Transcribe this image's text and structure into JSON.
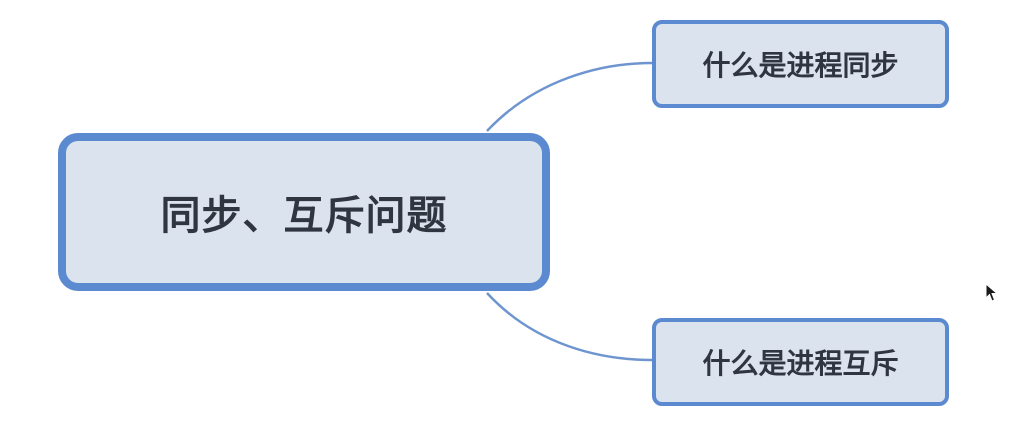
{
  "mindmap": {
    "central_topic": "同步、互斥问题",
    "subtopics": [
      {
        "label": "什么是进程同步"
      },
      {
        "label": "什么是进程互斥"
      }
    ]
  },
  "colors": {
    "node_fill": "#dbe3ef",
    "node_border": "#5b8ad0",
    "connector": "#6e95cf",
    "text": "#2f3640"
  },
  "icons": {
    "cursor": "mouse-pointer-icon"
  }
}
